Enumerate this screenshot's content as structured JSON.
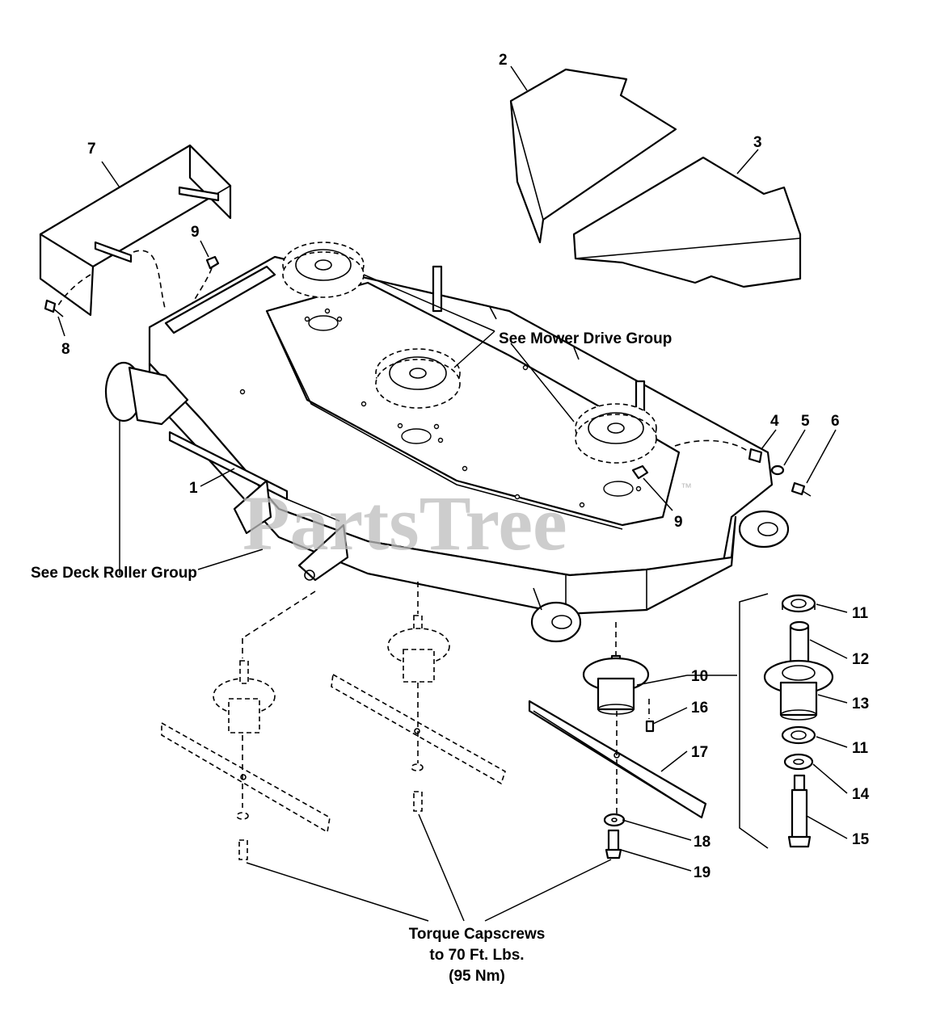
{
  "callouts": {
    "c1": "1",
    "c2": "2",
    "c3": "3",
    "c4": "4",
    "c5": "5",
    "c6": "6",
    "c7": "7",
    "c8": "8",
    "c9a": "9",
    "c9b": "9",
    "c10": "10",
    "c11a": "11",
    "c11b": "11",
    "c12": "12",
    "c13": "13",
    "c14": "14",
    "c15": "15",
    "c16": "16",
    "c17": "17",
    "c18": "18",
    "c19": "19"
  },
  "notes": {
    "mower_drive": "See Mower Drive Group",
    "deck_roller": "See Deck Roller Group",
    "torque_line1": "Torque Capscrews",
    "torque_line2": "to 70 Ft. Lbs.",
    "torque_line3": "(95 Nm)"
  },
  "watermark": {
    "text": "PartsTree",
    "tm": "™"
  }
}
